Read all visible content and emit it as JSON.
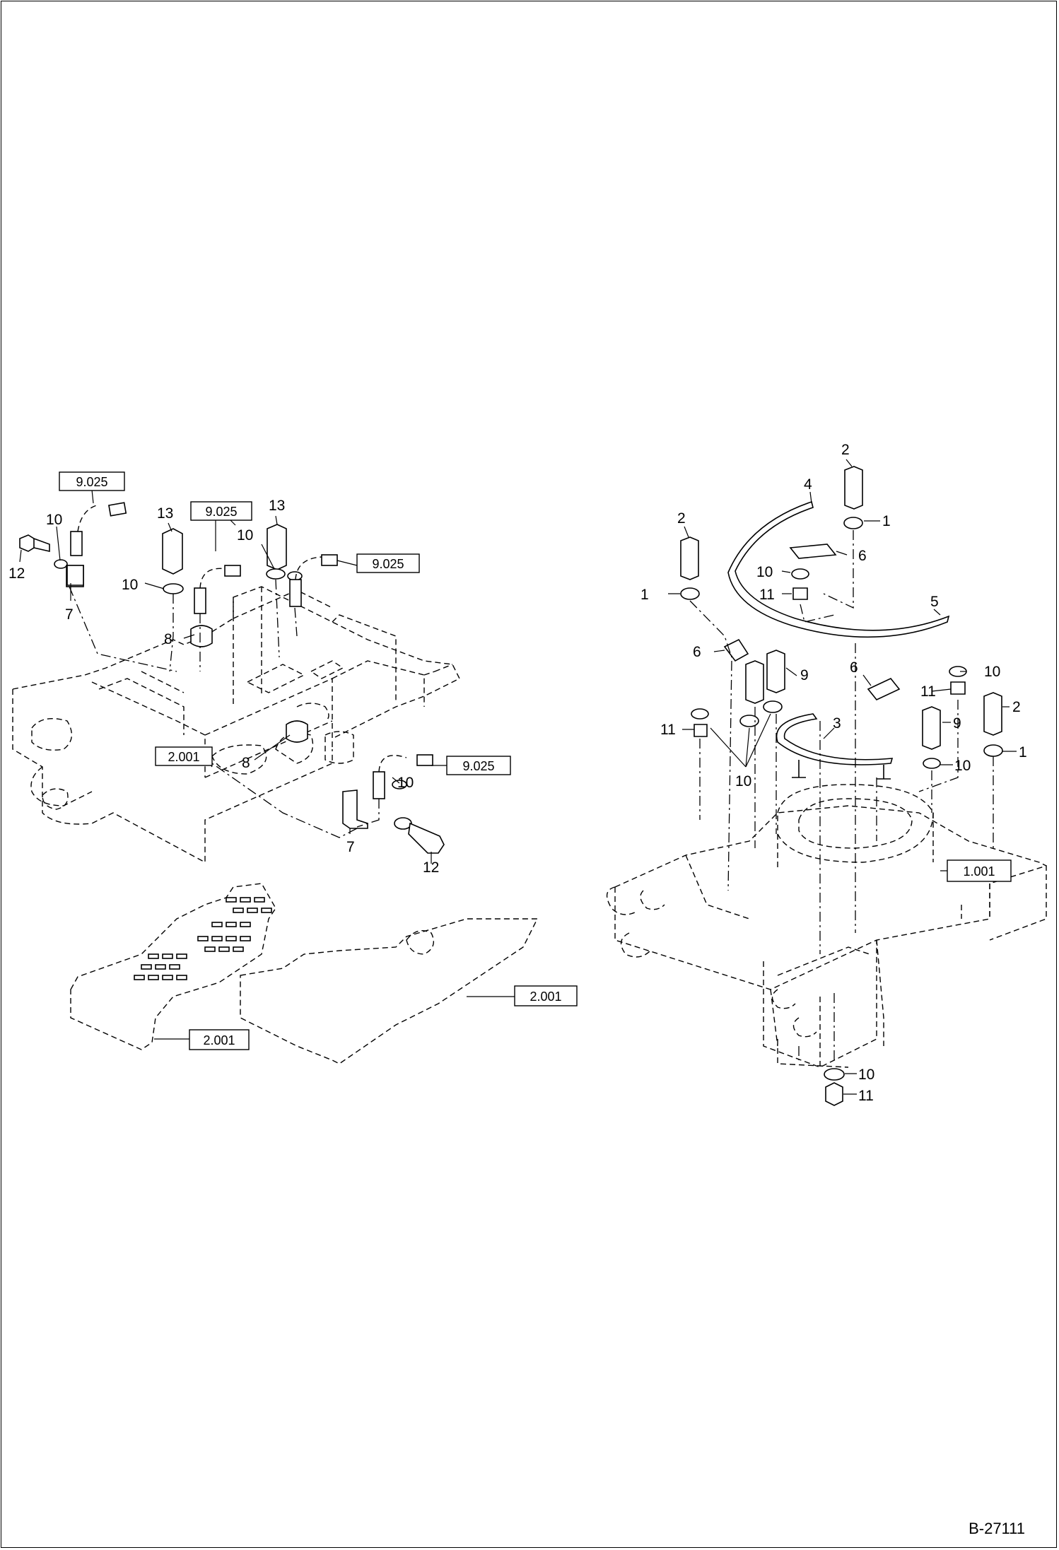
{
  "document_number": "B-27111",
  "left_assembly": {
    "callouts": [
      {
        "id": "L1",
        "text": "10"
      },
      {
        "id": "L2",
        "text": "12"
      },
      {
        "id": "L3",
        "text": "7"
      },
      {
        "id": "L4",
        "text": "13"
      },
      {
        "id": "L5",
        "text": "10"
      },
      {
        "id": "L6",
        "text": "8"
      },
      {
        "id": "L7",
        "text": "13"
      },
      {
        "id": "L8",
        "text": "10"
      },
      {
        "id": "L9",
        "text": "8"
      },
      {
        "id": "L10",
        "text": "10"
      },
      {
        "id": "L11",
        "text": "7"
      },
      {
        "id": "L12",
        "text": "12"
      }
    ],
    "reference_boxes": [
      {
        "id": "LB1",
        "text": "9.025"
      },
      {
        "id": "LB2",
        "text": "9.025"
      },
      {
        "id": "LB3",
        "text": "9.025"
      },
      {
        "id": "LB4",
        "text": "9.025"
      },
      {
        "id": "LB5",
        "text": "2.001"
      },
      {
        "id": "LB6",
        "text": "2.001"
      },
      {
        "id": "LB7",
        "text": "2.001"
      }
    ]
  },
  "right_assembly": {
    "callouts": [
      {
        "id": "R1",
        "text": "2"
      },
      {
        "id": "R2",
        "text": "4"
      },
      {
        "id": "R3",
        "text": "1"
      },
      {
        "id": "R4",
        "text": "6"
      },
      {
        "id": "R5",
        "text": "10"
      },
      {
        "id": "R6",
        "text": "11"
      },
      {
        "id": "R7",
        "text": "2"
      },
      {
        "id": "R8",
        "text": "1"
      },
      {
        "id": "R9",
        "text": "5"
      },
      {
        "id": "R10",
        "text": "6"
      },
      {
        "id": "R11",
        "text": "9"
      },
      {
        "id": "R12",
        "text": "6"
      },
      {
        "id": "R13",
        "text": "10"
      },
      {
        "id": "R14",
        "text": "11"
      },
      {
        "id": "R15",
        "text": "2"
      },
      {
        "id": "R16",
        "text": "11"
      },
      {
        "id": "R17",
        "text": "3"
      },
      {
        "id": "R18",
        "text": "9"
      },
      {
        "id": "R19",
        "text": "1"
      },
      {
        "id": "R20",
        "text": "10"
      },
      {
        "id": "R21",
        "text": "10"
      },
      {
        "id": "R22",
        "text": "10"
      },
      {
        "id": "R23",
        "text": "11"
      }
    ],
    "reference_boxes": [
      {
        "id": "RB1",
        "text": "1.001"
      }
    ]
  }
}
